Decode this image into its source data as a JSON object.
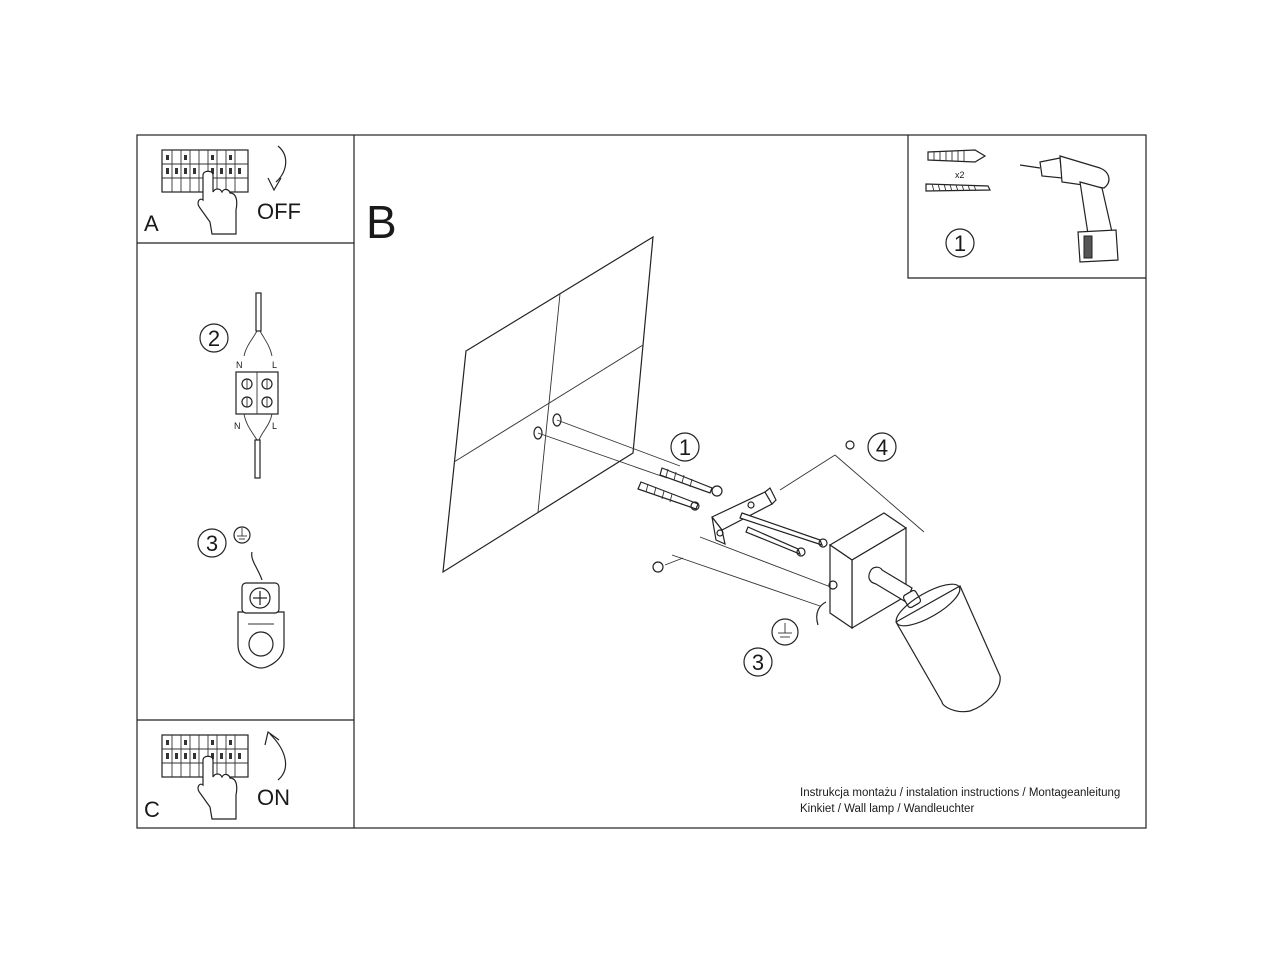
{
  "panels": {
    "a": {
      "letter": "A",
      "action": "OFF"
    },
    "b": {
      "letter": "B"
    },
    "c": {
      "letter": "C",
      "action": "ON"
    }
  },
  "steps": {
    "step1": "1",
    "step2": "2",
    "step3": "3",
    "step4": "4"
  },
  "tools": {
    "quantity": "x2",
    "step": "1"
  },
  "wiring": {
    "neutral_top": "N",
    "live_top": "L",
    "neutral_bottom": "N",
    "live_bottom": "L"
  },
  "caption": {
    "line1": "Instrukcja montażu / instalation instructions / Montageanleitung",
    "line2": "Kinkiet / Wall lamp / Wandleuchter"
  },
  "icons": [
    "breaker-panel-icon",
    "hand-icon",
    "rotate-arrow-icon",
    "wall-plug-icon",
    "screw-icon",
    "drill-icon",
    "terminal-block-icon",
    "ground-symbol-icon",
    "ground-terminal-icon",
    "wall-plate-icon",
    "mounting-bracket-icon",
    "lamp-body-icon"
  ]
}
